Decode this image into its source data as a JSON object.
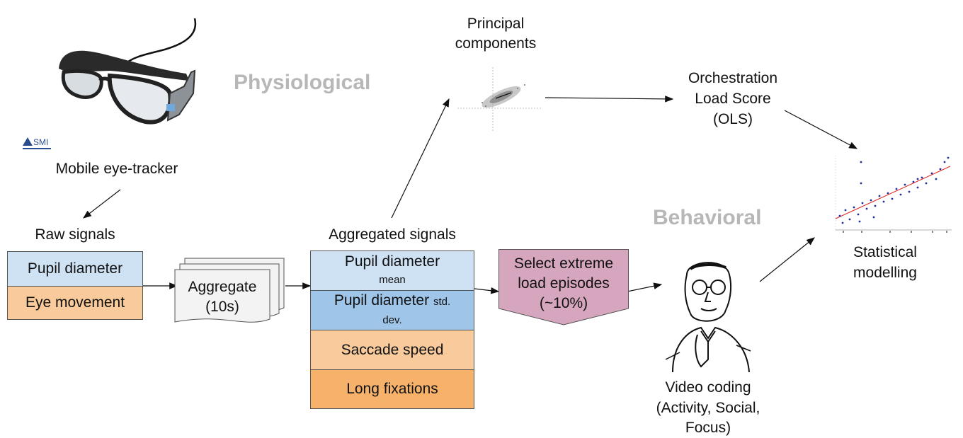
{
  "colors": {
    "blue_light": "#cfe2f3",
    "blue_mid": "#9fc5e8",
    "orange_light": "#f9cb9c",
    "orange_mid": "#f6b26b",
    "pink": "#d5a6bd",
    "gray_label": "#b7b7b7"
  },
  "icons": [
    "eye-tracker-glasses-icon",
    "smi-logo-icon",
    "scatter-pca-icon",
    "regression-plot-icon",
    "video-coder-person-icon"
  ],
  "eyetracker": {
    "label": "Mobile eye-tracker",
    "logo_text": "SMI"
  },
  "categories": {
    "physiological": "Physiological",
    "behavioral": "Behavioral"
  },
  "raw": {
    "title": "Raw signals",
    "items": [
      "Pupil diameter",
      "Eye movement"
    ]
  },
  "aggregate": {
    "line1": "Aggregate",
    "line2": "(10s)"
  },
  "aggregated": {
    "title": "Aggregated signals",
    "pupil_mean_main": "Pupil diameter",
    "pupil_mean_sub": "mean",
    "pupil_std_main": "Pupil diameter",
    "pupil_std_sub_a": "std.",
    "pupil_std_sub_b": "dev.",
    "saccade": "Saccade speed",
    "fixations": "Long fixations"
  },
  "select": {
    "line1": "Select extreme",
    "line2": "load episodes",
    "line3": "(~10%)"
  },
  "pca": {
    "line1": "Principal",
    "line2": "components"
  },
  "ols": {
    "line1": "Orchestration",
    "line2": "Load Score",
    "line3": "(OLS)"
  },
  "video": {
    "line1": "Video coding",
    "line2": "(Activity, Social,",
    "line3": "Focus)"
  },
  "stats": {
    "line1": "Statistical",
    "line2": "modelling"
  }
}
